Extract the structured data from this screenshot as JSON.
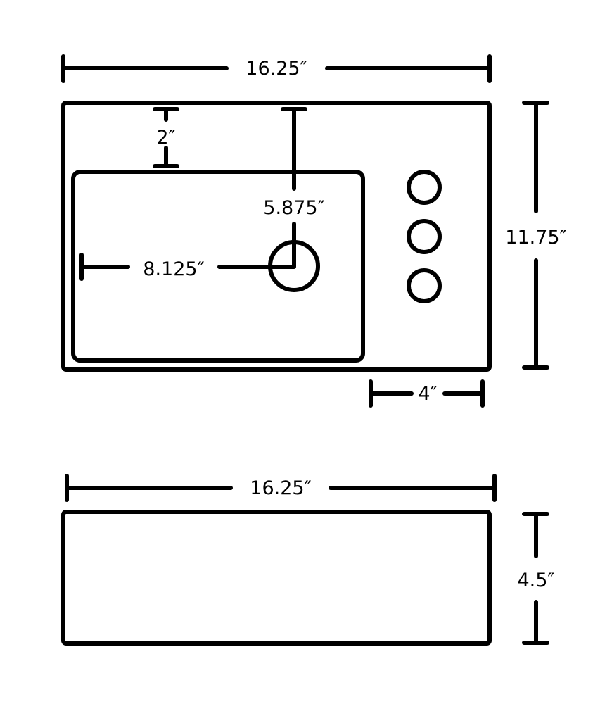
{
  "top_view": {
    "overall_width": "16.25″",
    "overall_depth": "11.75″",
    "bowl_offset_top": "2″",
    "drain_offset_top": "5.875″",
    "drain_offset_left": "8.125″",
    "deck_width": "4″",
    "faucet_holes": 3
  },
  "side_view": {
    "overall_width": "16.25″",
    "height": "4.5″"
  },
  "colors": {
    "line": "#000000",
    "background": "#ffffff"
  }
}
